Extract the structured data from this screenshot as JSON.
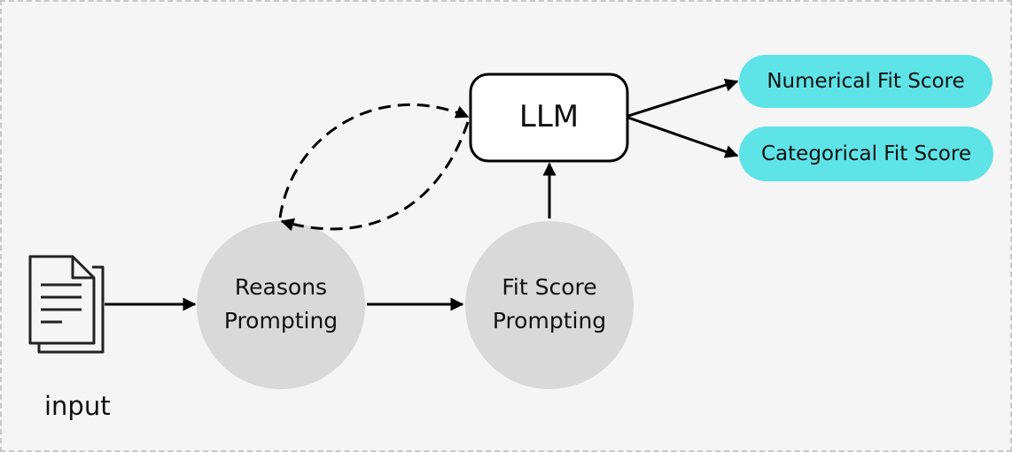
{
  "nodes": {
    "input": {
      "label": "input",
      "icon": "document-icon"
    },
    "reasons": {
      "line1": "Reasons",
      "line2": "Prompting"
    },
    "fit_score": {
      "line1": "Fit Score",
      "line2": "Prompting"
    },
    "llm": {
      "label": "LLM"
    }
  },
  "outputs": {
    "numerical": "Numerical Fit Score",
    "categorical": "Categorical Fit Score"
  },
  "colors": {
    "circle_fill": "#d9d9d9",
    "output_fill": "#5ee3e7",
    "stroke": "#000000",
    "background": "#f5f5f5"
  }
}
